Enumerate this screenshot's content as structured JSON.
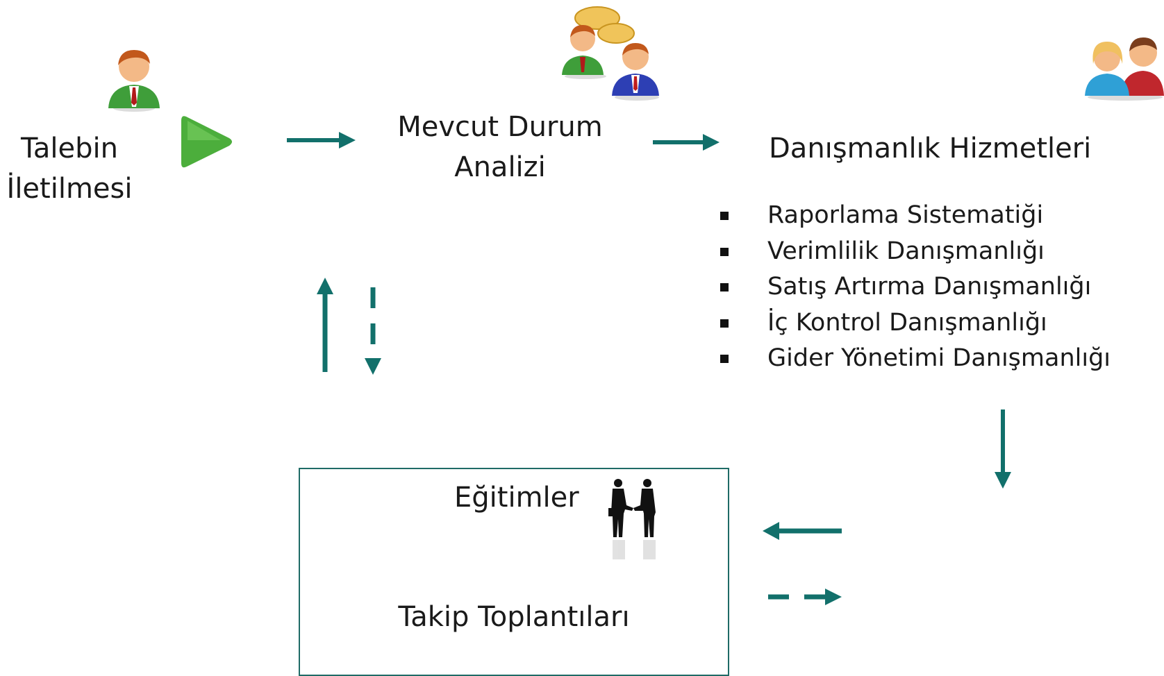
{
  "diagram": {
    "steps": {
      "request": {
        "line1": "Talebin",
        "line2": "İletilmesi"
      },
      "analysis": {
        "line1": "Mevcut Durum",
        "line2": "Analizi"
      },
      "consulting": {
        "title": "Danışmanlık Hizmetleri"
      }
    },
    "services": [
      "Raporlama Sistematiği",
      "Verimlilik Danışmanlığı",
      "Satış Artırma Danışmanlığı",
      "İç Kontrol Danışmanlığı",
      "Gider Yönetimi Danışmanlığı"
    ],
    "followup": {
      "trainings": "Eğitimler",
      "meetings": "Takip Toplantıları"
    },
    "colors": {
      "arrow": "#12706b",
      "box_border": "#1f6b66",
      "play": "#4cae3c"
    },
    "icons": [
      "person-icon",
      "play-icon",
      "conversation-icon",
      "couple-icon",
      "handshake-icon"
    ]
  }
}
